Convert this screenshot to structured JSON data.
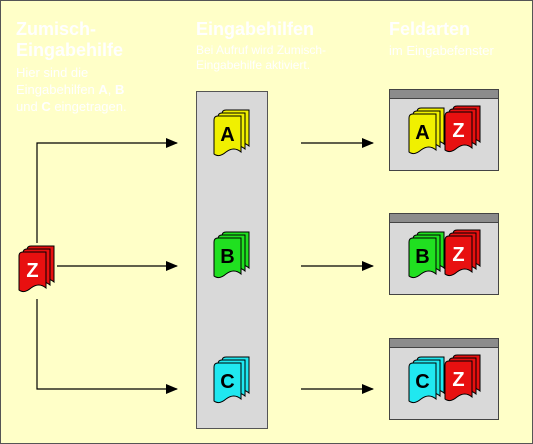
{
  "col1": {
    "title_line1": "Zumisch-",
    "title_line2": "Eingabehilfe",
    "desc_line1": "Hier sind die",
    "desc_line2_pre": "Eingabehilfen ",
    "desc_a": "A",
    "desc_comma": ", ",
    "desc_b": "B",
    "desc_line3_pre": "und ",
    "desc_c": "C",
    "desc_line3_post": " eingetragen."
  },
  "col2": {
    "title": "Eingabehilfen",
    "desc_line1": "Bei Aufruf wird Zumisch-",
    "desc_line2": "Eingabehilfe aktiviert."
  },
  "col3": {
    "title": "Feldarten",
    "desc": "im Eingabefenster"
  },
  "docs": {
    "source": {
      "letter": "Z",
      "color": "#e81010"
    },
    "helpers": [
      {
        "letter": "A",
        "color": "#f0f000"
      },
      {
        "letter": "B",
        "color": "#20e020"
      },
      {
        "letter": "C",
        "color": "#20e8f0"
      }
    ],
    "windows": [
      {
        "helper_letter": "A",
        "helper_color": "#f0f000",
        "z_letter": "Z",
        "z_color": "#e81010"
      },
      {
        "helper_letter": "B",
        "helper_color": "#20e020",
        "z_letter": "Z",
        "z_color": "#e81010"
      },
      {
        "helper_letter": "C",
        "helper_color": "#20e8f0",
        "z_letter": "Z",
        "z_color": "#e81010"
      }
    ]
  },
  "colors": {
    "background": "#ffffc8",
    "heading_text": "#ffffff",
    "panel": "#d9d9d9",
    "window_bar": "#8c8c8c",
    "arrow": "#000000"
  }
}
